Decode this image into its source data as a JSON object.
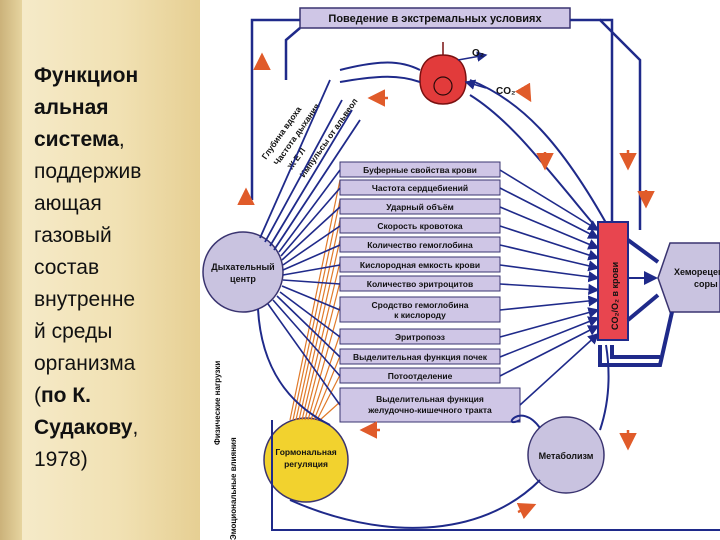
{
  "caption": {
    "bold_term": "Функциональная система",
    "bold_line1": "Функцион",
    "bold_line2": "альная",
    "bold_line3": "система",
    "comma1": ",",
    "plain_lines": [
      "поддержив",
      "ающая",
      "газовый",
      "состав",
      "внутренне",
      "й среды",
      "организма"
    ],
    "open_paren": "(",
    "author_line1": "по К.",
    "author_line2": "Судакову",
    "comma2": ",",
    "year": "1978)"
  },
  "diagram": {
    "top_box": "Поведение в экстремальных условиях",
    "lung": {
      "o2_label": "O₂",
      "co2_label": "CO₂"
    },
    "resp_params": [
      "Глубина вдоха",
      "Частота дыхания",
      "Ж Е Л",
      "Импульсы от альвеол"
    ],
    "center_nodes": {
      "respiratory_center": [
        "Дыхательный",
        "центр"
      ],
      "hormonal": [
        "Гормональная",
        "регуляция"
      ],
      "metabolism": "Метаболизм",
      "chemoreceptors": [
        "Хеморецеп",
        "соры"
      ]
    },
    "blood_column": "CO₂/O₂ в крови",
    "side_labels": {
      "physical": "Физические нагрузки",
      "emotional": "Эмоциональные влияния"
    },
    "boxes": [
      [
        "Буферные свойства крови"
      ],
      [
        "Частота сердцебиений"
      ],
      [
        "Ударный объём"
      ],
      [
        "Скорость кровотока"
      ],
      [
        "Количество гемоглобина"
      ],
      [
        "Кислородная емкость крови"
      ],
      [
        "Количество эритроцитов"
      ],
      [
        "Сродство гемоглобина",
        "к кислороду"
      ],
      [
        "Эритропоэз"
      ],
      [
        "Выделительная функция почек"
      ],
      [
        "Потоотделение"
      ],
      [
        "Выделительная функция",
        "желудочно-кишечного тракта"
      ]
    ],
    "colors": {
      "box_fill": "#cfc6e6",
      "box_stroke": "#3a3470",
      "lung_fill": "#e23b3b",
      "blood_fill": "#e8454f",
      "hormone_fill": "#f2d22e",
      "node_fill": "#c9c3e0",
      "arrow_navy": "#1f2a8a",
      "arrow_red": "#e05b2a"
    }
  }
}
